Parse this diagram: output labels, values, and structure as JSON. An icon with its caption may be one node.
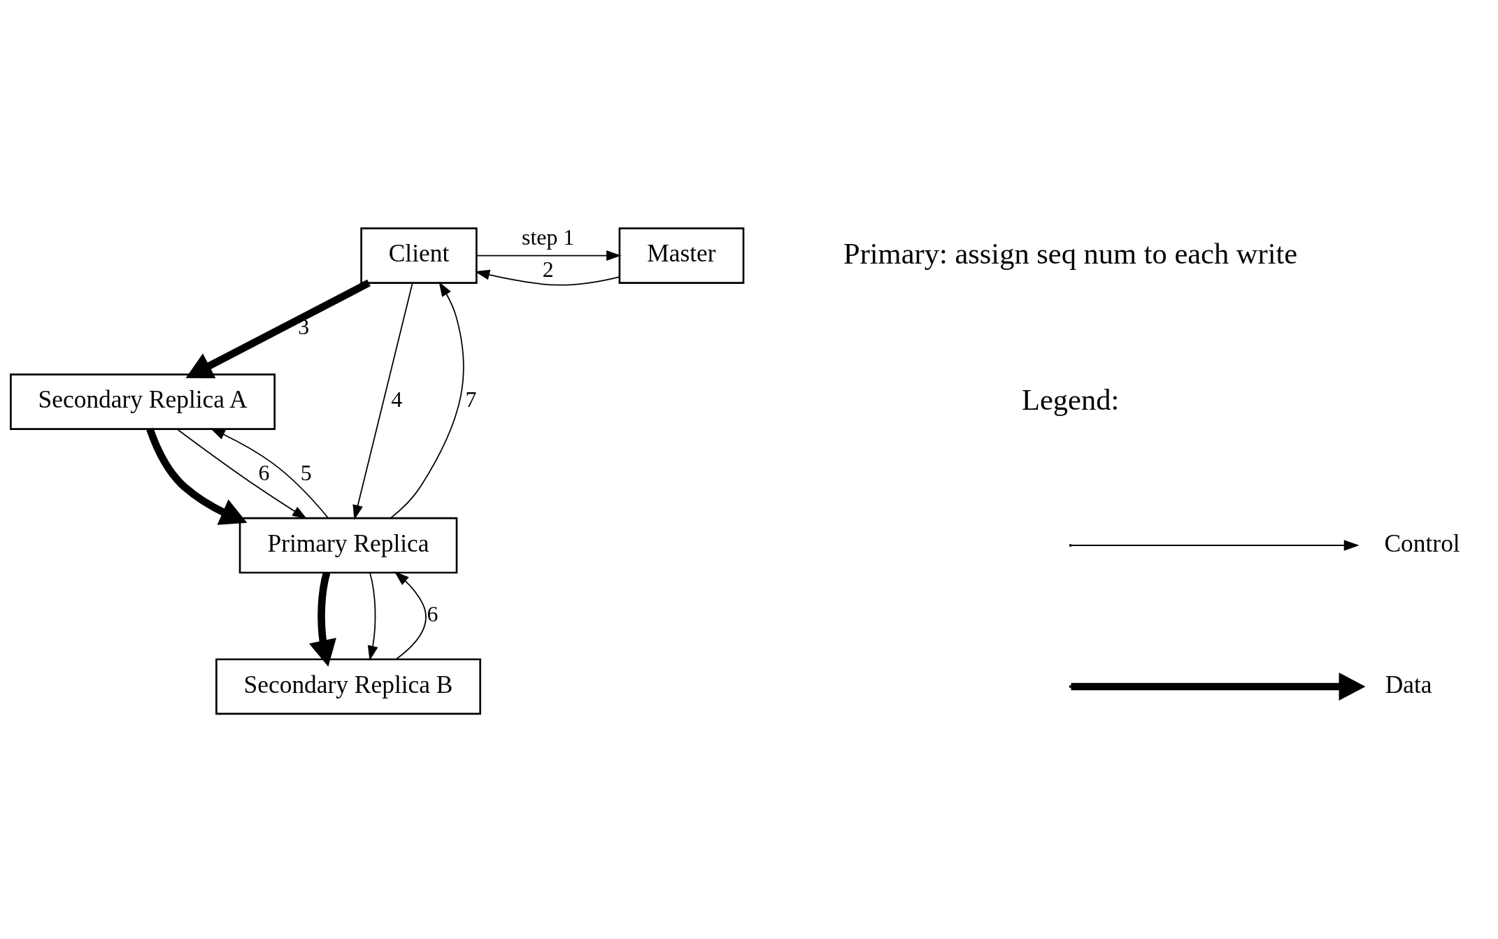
{
  "diagram": {
    "nodes": [
      {
        "text": [
          "Client"
        ]
      },
      {
        "text": [
          "Master"
        ]
      },
      {
        "text": [
          "Secondary Replica A"
        ]
      },
      {
        "text": [
          "Primary Replica"
        ]
      },
      {
        "text": [
          "Secondary Replica B"
        ]
      }
    ],
    "edges": [
      {
        "from": 0,
        "to": 1,
        "arrow": "to",
        "label": "step 1"
      },
      {
        "from": 1,
        "to": 0,
        "arrow": "to",
        "label": "2"
      },
      {
        "from": 0,
        "to": 2,
        "arrow": "to",
        "label": "3",
        "style": "thick"
      },
      {
        "from": 2,
        "to": 3,
        "arrow": "to",
        "style": "thick"
      },
      {
        "from": 3,
        "to": 4,
        "arrow": "to",
        "style": "thick"
      },
      {
        "from": 0,
        "to": 3,
        "arrow": "to",
        "label": "4"
      },
      {
        "from": 3,
        "to": 2,
        "arrow": "to",
        "label": "5"
      },
      {
        "from": 3,
        "to": 4,
        "arrow": "to"
      },
      {
        "from": 2,
        "to": 3,
        "arrow": "to",
        "label": "6"
      },
      {
        "from": 4,
        "to": 3,
        "arrow": "to",
        "label": "6"
      },
      {
        "from": 3,
        "to": 0,
        "arrow": "to",
        "label": "7"
      }
    ],
    "labels": [
      "Primary: assign seq num to each write",
      "Legend:"
    ],
    "legend": [
      {
        "text": "Control"
      },
      {
        "text": "Data"
      }
    ]
  }
}
